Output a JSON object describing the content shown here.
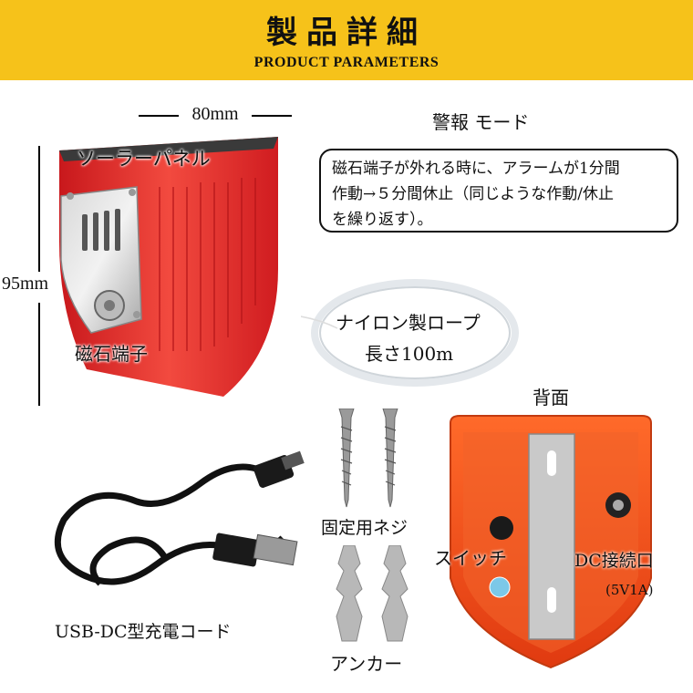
{
  "header": {
    "title": "製品詳細",
    "subtitle": "PRODUCT PARAMETERS"
  },
  "dimensions": {
    "width": "80mm",
    "height": "95mm"
  },
  "labels": {
    "solar_panel": "ソーラーパネル",
    "magnet_terminal": "磁石端子",
    "rope_name": "ナイロン製ロープ",
    "rope_length": "長さ100m",
    "back_side": "背面",
    "switch": "スイッチ",
    "dc_port": "DC接続口",
    "dc_spec": "(5V1A)",
    "screws": "固定用ネジ",
    "anchors": "アンカー",
    "cable": "USB-DC型充電コード"
  },
  "alarm": {
    "title": "警報 モード",
    "lines": [
      "磁石端子が外れる時に、アラームが1分間",
      "作動→５分間休止（同じような作動/休止",
      "を繰り返す）。"
    ]
  },
  "colors": {
    "banner": "#f6c21a",
    "device_red": "#e8262b"
  }
}
